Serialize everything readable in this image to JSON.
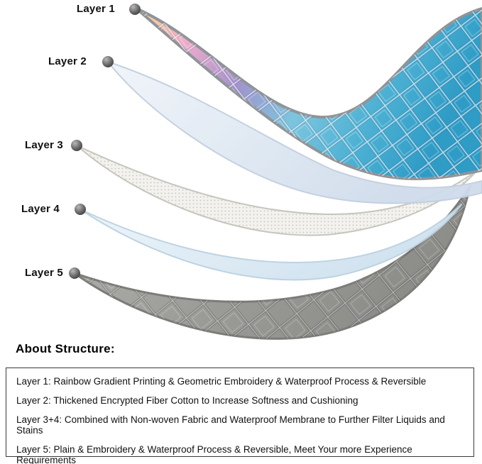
{
  "diagram": {
    "layers": [
      {
        "label": "Layer 1"
      },
      {
        "label": "Layer 2"
      },
      {
        "label": "Layer 3"
      },
      {
        "label": "Layer 4"
      },
      {
        "label": "Layer 5"
      }
    ]
  },
  "about": {
    "heading": "About Structure:",
    "lines": [
      "Layer 1: Rainbow Gradient Printing & Geometric Embroidery & Waterproof Process & Reversible",
      "Layer 2: Thickened Encrypted Fiber Cotton to Increase Softness and Cushioning",
      "Layer 3+4: Combined with Non-woven Fabric and Waterproof Membrane to Further Filter Liquids and Stains",
      "Layer 5: Plain & Embroidery & Waterproof Process & Reversible, Meet Your more Experience Requirements"
    ]
  },
  "palette": {
    "layer1_gradient": [
      "#f6d98f",
      "#efaccb",
      "#a393cd",
      "#6ec3de",
      "#2f9cc6"
    ],
    "layer2_fill": "#dde8f3",
    "layer3_fill": "#f4f3ef",
    "layer4_fill": "#ddeaf4",
    "layer5_fill": "#9d9d9a",
    "edge_gray": "#8f9498",
    "text_color": "#111111"
  }
}
